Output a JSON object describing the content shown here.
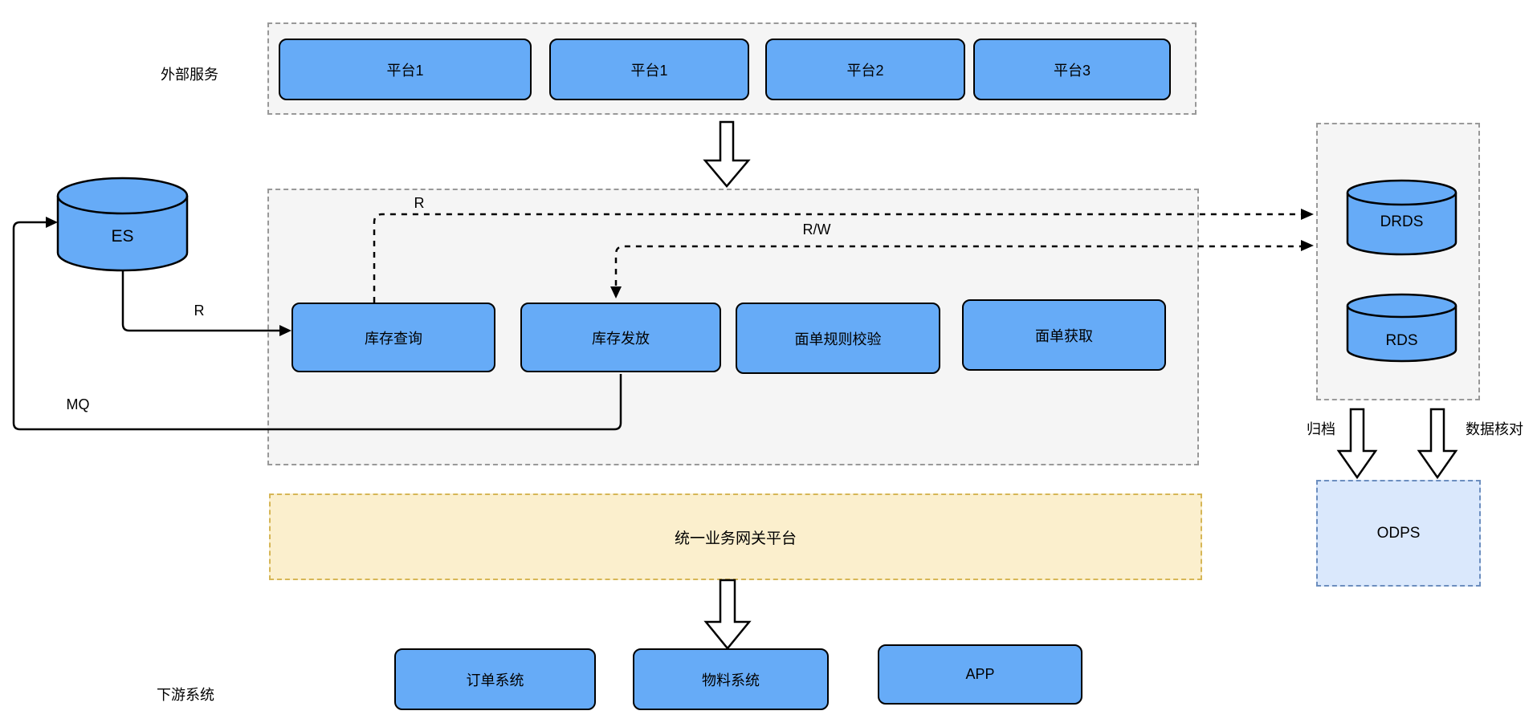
{
  "labels": {
    "external_services": "外部服务",
    "downstream": "下游系统",
    "mq": "MQ",
    "r_es": "R",
    "r_dashed": "R",
    "rw": "R/W",
    "archive": "归档",
    "data_check": "数据核对"
  },
  "nodes": {
    "platforms": [
      {
        "label": "平台1"
      },
      {
        "label": "平台1"
      },
      {
        "label": "平台2"
      },
      {
        "label": "平台3"
      }
    ],
    "services": [
      {
        "label": "库存查询"
      },
      {
        "label": "库存发放"
      },
      {
        "label": "面单规则校验"
      },
      {
        "label": "面单获取"
      }
    ],
    "gateway": {
      "label": "统一业务网关平台"
    },
    "downstream_systems": [
      {
        "label": "订单系统"
      },
      {
        "label": "物料系统"
      },
      {
        "label": "APP"
      }
    ],
    "es": {
      "label": "ES"
    },
    "drds": {
      "label": "DRDS"
    },
    "rds": {
      "label": "RDS"
    },
    "odps": {
      "label": "ODPS"
    }
  },
  "colors": {
    "node_fill": "#66ABF7",
    "node_border": "#000000",
    "container_fill": "#F5F5F5",
    "container_border": "#999999",
    "gateway_fill": "#FBEFCD",
    "gateway_border": "#D6B656",
    "odps_fill": "#DAE8FC",
    "odps_border": "#6C8EBF"
  }
}
